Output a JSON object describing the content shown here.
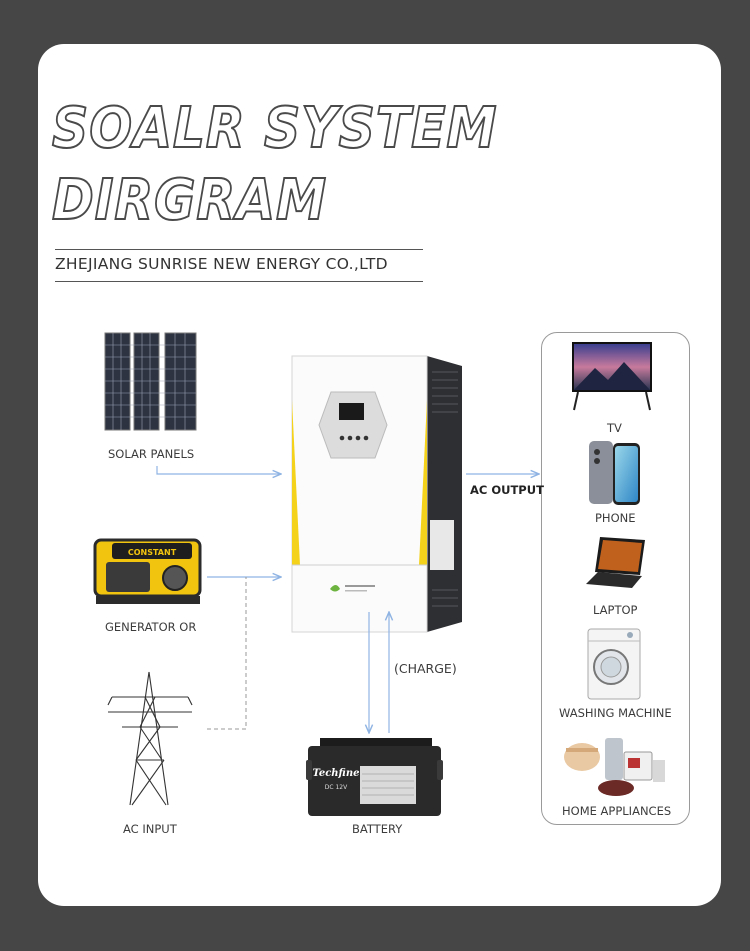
{
  "title": {
    "line1": "SOALR SYSTEM",
    "line2": "DIRGRAM"
  },
  "company": "ZHEJIANG SUNRISE NEW ENERGY CO.,LTD",
  "inputs": {
    "solar": "SOLAR PANELS",
    "generator": "GENERATOR OR",
    "ac_input": "AC INPUT"
  },
  "center": {
    "ac_output": "AC OUTPUT",
    "charge": "(CHARGE)",
    "battery": "BATTERY"
  },
  "outputs": {
    "tv": "TV",
    "phone": "PHONE",
    "laptop": "LAPTOP",
    "washing_machine": "WASHING MACHINE",
    "home_appliances": "HOME APPLIANCES"
  },
  "images": {
    "generator_brand": "CONSTANT",
    "battery_brand": "Techfine",
    "battery_model": "DC 12V"
  },
  "colors": {
    "background": "#464646",
    "arrow": "#8fb4e3",
    "accent_yellow": "#f4d21c"
  }
}
